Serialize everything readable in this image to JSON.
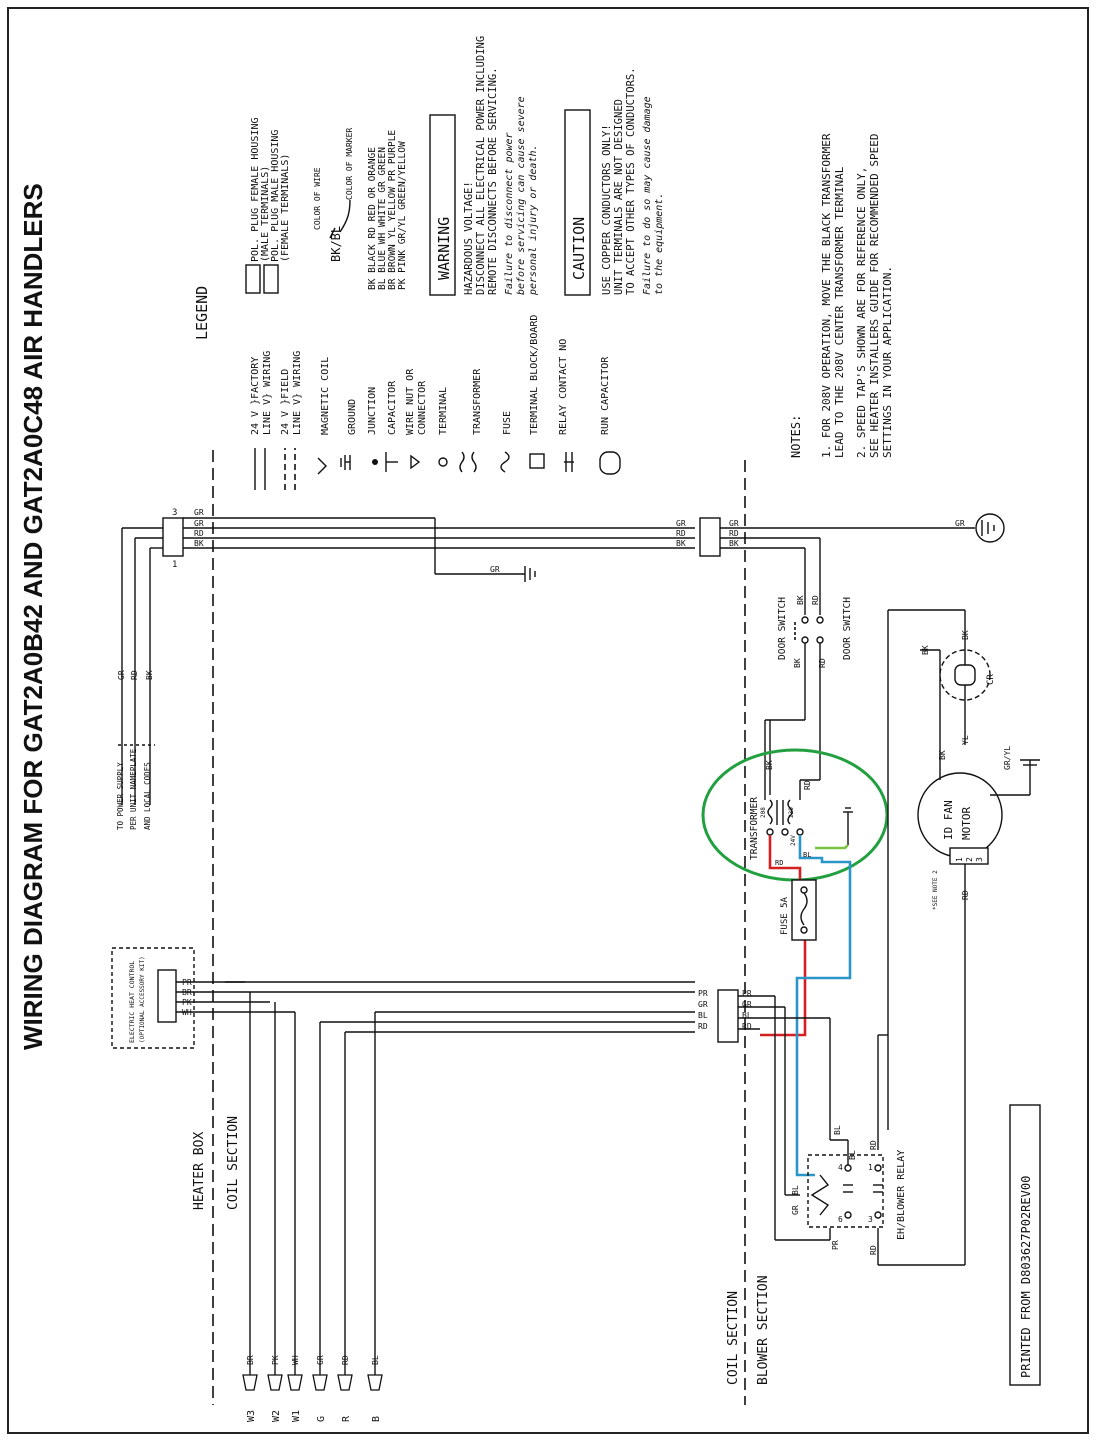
{
  "title": "WIRING DIAGRAM FOR GAT2A0B42 AND GAT2A0C48 AIR HANDLERS",
  "legend": {
    "heading": "LEGEND",
    "items": [
      "24 V  }FACTORY",
      "LINE V} WIRING",
      "24 V  }FIELD",
      "LINE V} WIRING",
      "MAGNETIC COIL",
      "GROUND",
      "JUNCTION",
      "CAPACITOR",
      "WIRE NUT OR",
      "CONNECTOR",
      "TERMINAL",
      "TRANSFORMER",
      "FUSE",
      "TERMINAL BLOCK/BOARD",
      "RELAY CONTACT NO",
      "RUN CAPACITOR"
    ],
    "housings": [
      "POL. PLUG FEMALE HOUSING",
      "(MALE TERMINALS)",
      "POL. PLUG MALE HOUSING",
      "(FEMALE TERMINALS)"
    ],
    "marker_label": "BK/BL",
    "color_of_wire": "COLOR OF WIRE",
    "color_of_marker": "COLOR OF MARKER",
    "colors": [
      "BK  BLACK   RD  RED    OR  ORANGE",
      "BL  BLUE    WH  WHITE  GR  GREEN",
      "BR  BROWN   YL  YELLOW PR  PURPLE",
      "PK  PINK    GR/YL GREEN/YELLOW"
    ]
  },
  "warning": {
    "title": "WARNING",
    "lines": [
      "HAZARDOUS VOLTAGE!",
      "DISCONNECT ALL ELECTRICAL POWER INCLUDING",
      "REMOTE DISCONNECTS BEFORE SERVICING.",
      "Failure to disconnect power",
      "before servicing can cause severe",
      "personal injury or death."
    ]
  },
  "caution": {
    "title": "CAUTION",
    "lines": [
      "USE COPPER CONDUCTORS ONLY!",
      "UNIT TERMINALS ARE NOT DESIGNED",
      "TO ACCEPT OTHER TYPES OF CONDUCTORS.",
      "Failure to do so may cause damage",
      "to the equipment."
    ]
  },
  "notes": {
    "heading": "NOTES:",
    "lines": [
      "1. FOR 208V OPERATION, MOVE THE BLACK TRANSFORMER",
      "LEAD TO THE 208V CENTER TRANSFORMER TERMINAL",
      "2. SPEED TAP'S SHOWN ARE FOR REFERENCE ONLY,",
      "SEE HEATER INSTALLERS GUIDE FOR RECOMMENDED SPEED",
      "SETTINGS IN YOUR APPLICATION."
    ]
  },
  "power_supply": [
    "TO POWER SUPPLY",
    "PER UNIT NAMEPLATE",
    "AND LOCAL CODES"
  ],
  "power_wires": [
    "GR",
    "RD",
    "BK"
  ],
  "section_labels": {
    "heater_box": "HEATER BOX",
    "coil_left": "COIL SECTION",
    "coil_right": "COIL SECTION",
    "blower": "BLOWER SECTION"
  },
  "electric_heat": [
    "ELECTRIC HEAT CONTROL",
    "(OPTIONAL ACCESSORY KIT)"
  ],
  "heat_wires": [
    "PR",
    "BR",
    "PK",
    "WH"
  ],
  "plug_pins": [
    "1",
    "3"
  ],
  "block_wires": [
    "PR",
    "GR",
    "BL",
    "RD"
  ],
  "components": {
    "door_switch": "DOOR SWITCH",
    "transformer": "TRANSFORMER",
    "fuse": "FUSE 5A",
    "motor": [
      "ID FAN",
      "MOTOR"
    ],
    "relay": "EH/BLOWER RELAY",
    "cr": "CR",
    "see_note": "*SEE NOTE 2",
    "motor_taps": [
      "1",
      "2",
      "3"
    ],
    "relay_pins": [
      "4",
      "1",
      "6",
      "3"
    ],
    "transformer_taps": [
      "208",
      "230",
      "24V"
    ]
  },
  "wire_tags": {
    "gr": "GR",
    "rd": "RD",
    "bk": "BK",
    "bl": "BL",
    "yl": "YL",
    "gr_yl": "GR/YL",
    "pr": "PR",
    "pk": "PK",
    "br": "BR",
    "wh": "WH"
  },
  "thermostat": [
    {
      "terminal": "W3",
      "wire": "BR"
    },
    {
      "terminal": "W2",
      "wire": "PK"
    },
    {
      "terminal": "W1",
      "wire": "WH"
    },
    {
      "terminal": "G",
      "wire": "GR"
    },
    {
      "terminal": "R",
      "wire": "RD"
    },
    {
      "terminal": "B",
      "wire": "BL"
    }
  ],
  "printed": "PRINTED FROM D803627P02REV00",
  "colors": {
    "line": "#111111",
    "red_wire": "#d42020",
    "blue_wire": "#2a96c8",
    "green_wire": "#7cc242",
    "highlight": "#22a040"
  }
}
